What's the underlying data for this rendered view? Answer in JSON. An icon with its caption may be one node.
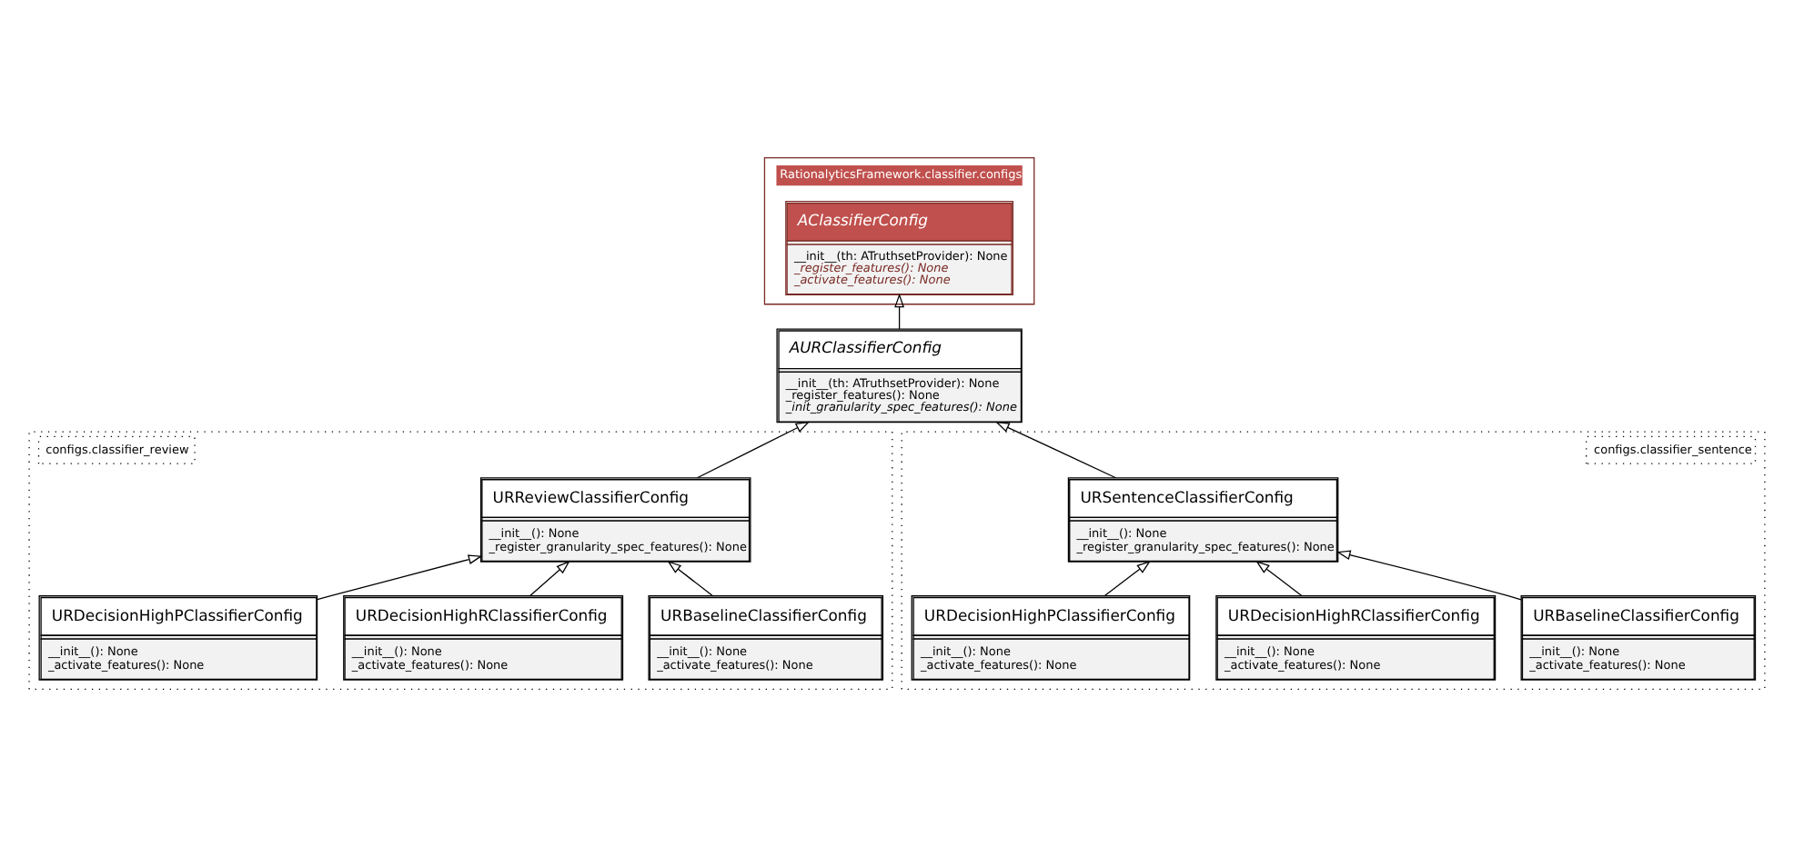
{
  "diagram": {
    "nodes": [
      {
        "text": [
          "configs.classifier_review"
        ]
      },
      {
        "text": [
          "URBaselineClassifierConfig",
          "__init__(): None",
          "_activate_features(): None"
        ],
        "in": 0
      },
      {
        "text": [
          "URReviewClassifierConfig",
          "__init__(): None",
          "_register_granularity_spec_features(): None"
        ],
        "in": 0
      },
      {
        "text": [
          "URDecisionHighRClassifierConfig",
          "__init__(): None",
          "_activate_features(): None"
        ],
        "in": 0
      },
      {
        "text": [
          "URDecisionHighPClassifierConfig",
          "__init__(): None",
          "_activate_features(): None"
        ],
        "in": 0
      },
      {
        "text": [
          "RationalyticsFramework.classifier.configs"
        ]
      },
      {
        "text": [
          "AClassifierConfig",
          "__init__(th: ATruthsetProvider): None",
          "_register_features(): None",
          "_activate_features(): None"
        ],
        "in": 5
      },
      {
        "text": [
          "AURClassifierConfig",
          "__init__(th: ATruthsetProvider): None",
          "_register_features(): None",
          "_init_granularity_spec_features(): None"
        ]
      },
      {
        "text": [
          "configs.classifier_sentence"
        ]
      },
      {
        "text": [
          "URBaselineClassifierConfig",
          "__init__(): None",
          "_activate_features(): None"
        ],
        "in": 8
      },
      {
        "text": [
          "URSentenceClassifierConfig",
          "__init__(): None",
          "_register_granularity_spec_features(): None"
        ],
        "in": 8
      },
      {
        "text": [
          "URDecisionHighRClassifierConfig",
          "__init__(): None",
          "_activate_features(): None"
        ],
        "in": 8
      },
      {
        "text": [
          "URDecisionHighPClassifierConfig",
          "__init__(): None",
          "_activate_features(): None"
        ],
        "in": 8
      }
    ],
    "edges": [
      {
        "from": 1,
        "to": 2,
        "arrow": "to"
      },
      {
        "from": 2,
        "to": 7,
        "arrow": "to"
      },
      {
        "from": 3,
        "to": 2,
        "arrow": "to"
      },
      {
        "from": 4,
        "to": 2,
        "arrow": "to"
      },
      {
        "from": 7,
        "to": 6,
        "arrow": "to"
      },
      {
        "from": 9,
        "to": 10,
        "arrow": "to"
      },
      {
        "from": 10,
        "to": 7,
        "arrow": "to"
      },
      {
        "from": 11,
        "to": 10,
        "arrow": "to"
      },
      {
        "from": 12,
        "to": 10,
        "arrow": "to"
      }
    ]
  }
}
